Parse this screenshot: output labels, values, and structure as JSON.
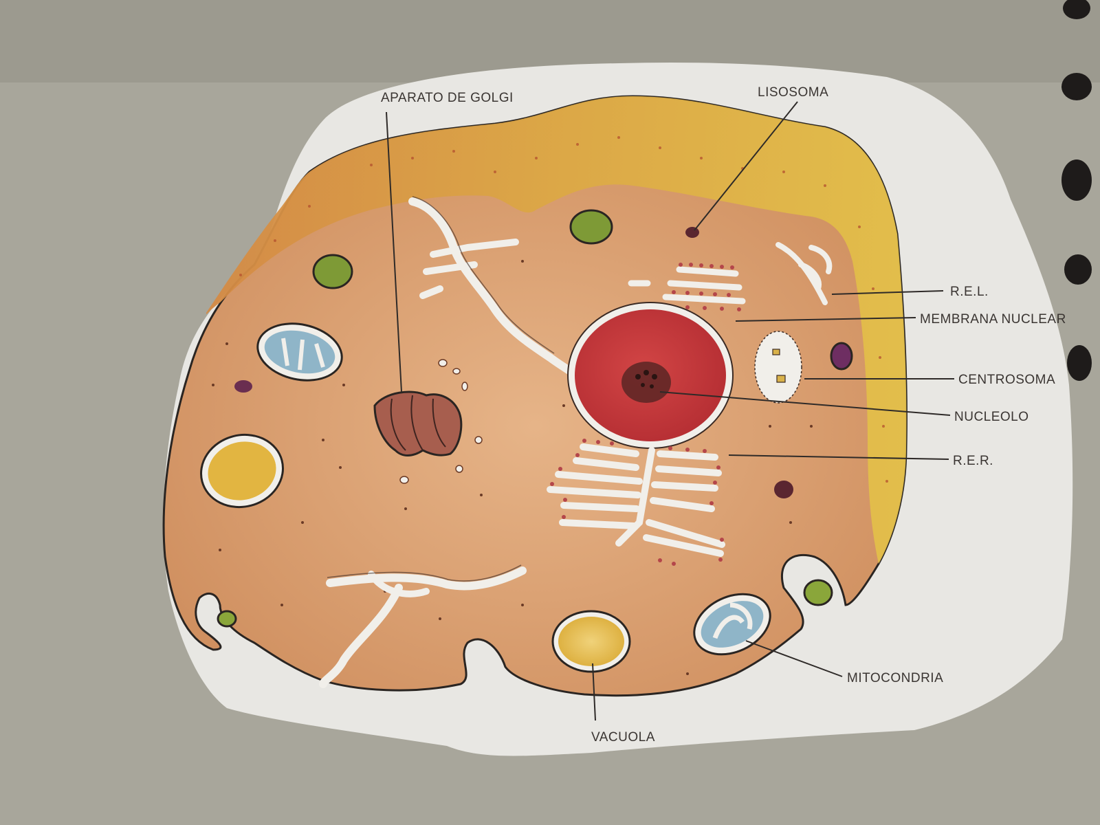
{
  "title": "",
  "colors": {
    "background": "#a9a79c",
    "paper": "#e9e8e4",
    "cytoplasm": "#d89a6a",
    "cortex": "#d8a24a",
    "nucleus": "#c73a3a",
    "vacuole_yellow": "#e2b541",
    "green_vesicle": "#7e9a36",
    "lysosome": "#6a2e40",
    "mitochondria_blue": "#8fb5c8"
  },
  "labels": [
    {
      "id": "golgi",
      "text": "APARATO DE GOLGI"
    },
    {
      "id": "lisosoma",
      "text": "LISOSOMA"
    },
    {
      "id": "rel",
      "text": "R.E.L."
    },
    {
      "id": "membrana",
      "text": "MEMBRANA NUCLEAR"
    },
    {
      "id": "centrosoma",
      "text": "CENTROSOMA"
    },
    {
      "id": "nucleolo",
      "text": "NUCLEOLO"
    },
    {
      "id": "rer",
      "text": "R.E.R."
    },
    {
      "id": "mitocondria",
      "text": "MITOCONDRIA"
    },
    {
      "id": "vacuola",
      "text": "VACUOLA"
    }
  ]
}
